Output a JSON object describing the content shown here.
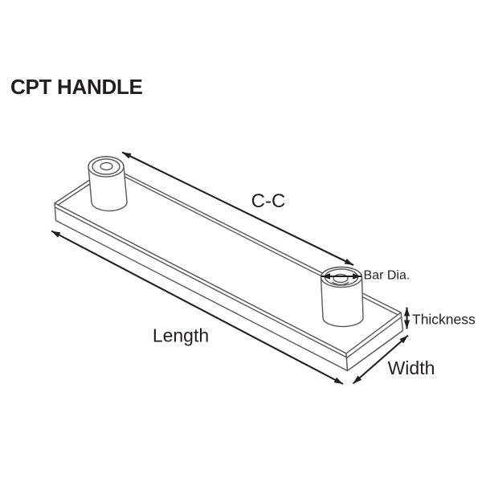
{
  "title": "CPT HANDLE",
  "labels": {
    "center_to_center": "C-C",
    "bar_diameter": "Bar Dia.",
    "thickness": "Thickness",
    "length": "Length",
    "width": "Width"
  },
  "colors": {
    "background": "#FFFFFF",
    "part_outline": "#59595B",
    "dimension_lines": "#231F20",
    "text": "#231F20"
  }
}
